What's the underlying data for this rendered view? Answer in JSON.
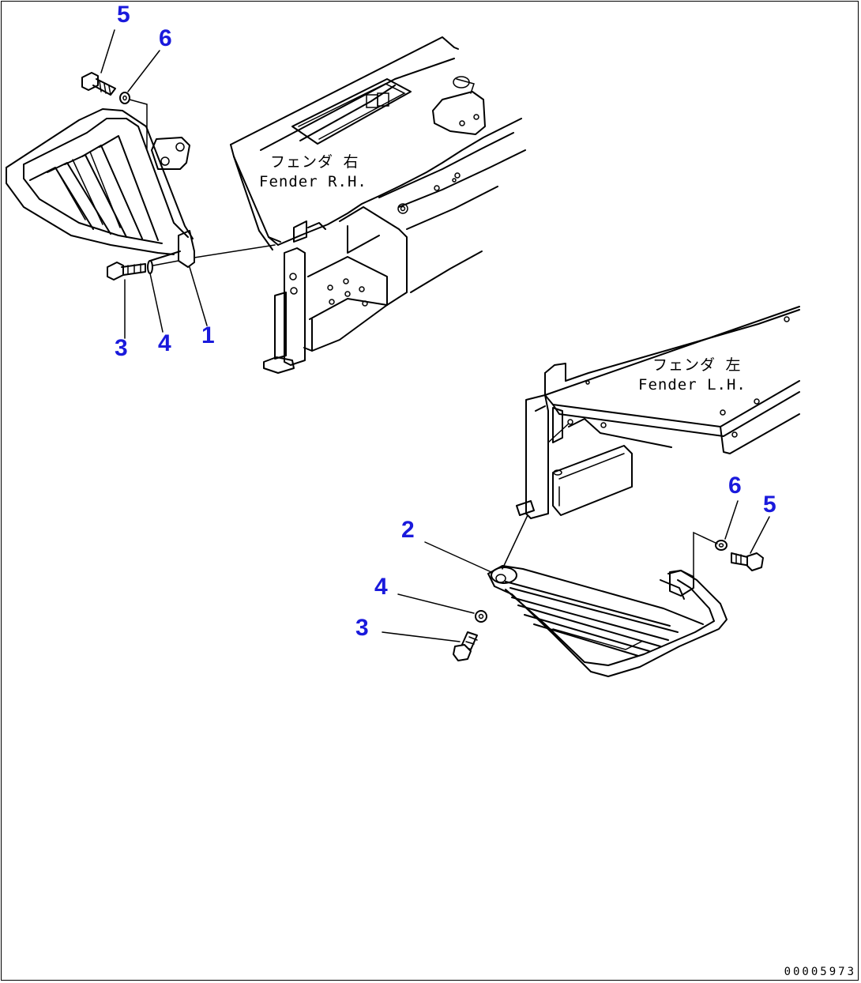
{
  "callouts": {
    "right_group": {
      "n5": "5",
      "n6": "6",
      "n3": "3",
      "n4": "4",
      "n1": "1"
    },
    "left_group": {
      "n2": "2",
      "n4": "4",
      "n3": "3",
      "n6": "6",
      "n5": "5"
    }
  },
  "fender_rh": {
    "label_jp": "フェンダ 右",
    "label_en": "Fender R.H."
  },
  "fender_lh": {
    "label_jp": "フェンダ 左",
    "label_en": "Fender L.H."
  },
  "drawing_code": "00005973",
  "colors": {
    "callout": "#1a1adc",
    "line": "#000000",
    "background": "#ffffff"
  }
}
